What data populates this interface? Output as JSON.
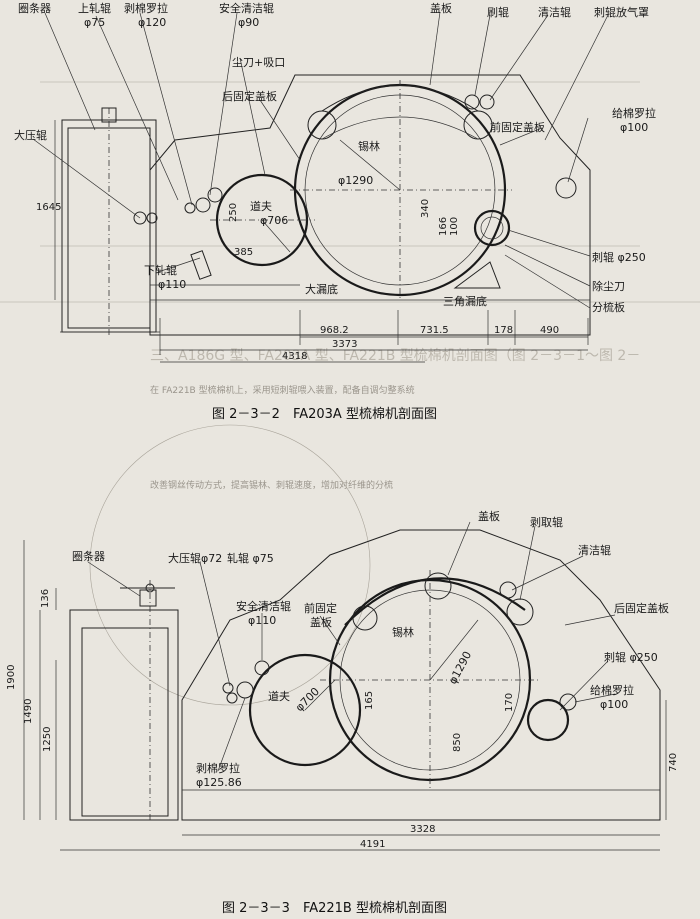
{
  "figure1": {
    "caption": "图 2－3－2　FA203A 型梳棉机剖面图",
    "labels": {
      "coiler": "圈条器",
      "upper_roller": "上轧辊",
      "upper_roller_d": "φ75",
      "doffer_stripper": "剥棉罗拉",
      "doffer_stripper_d": "φ120",
      "safety_clean": "安全清洁辊",
      "safety_clean_d": "φ90",
      "dust_knife": "尘刀+吸口",
      "rear_plate": "后固定盖板",
      "big_roller": "大压辊",
      "cylinder": "锡林",
      "cylinder_d": "φ1290",
      "doffer": "道夫",
      "doffer_d": "φ706",
      "lower_roller": "下轧辊",
      "lower_roller_d": "φ110",
      "big_undercasing": "大漏底",
      "tri_undercasing": "三角漏底",
      "flats": "盖板",
      "brush": "刷辊",
      "clean_roller": "清洁辊",
      "exhaust": "刺辊放气罩",
      "front_plate": "前固定盖板",
      "feed_roller": "给棉罗拉",
      "feed_roller_d": "φ100",
      "licker": "刺辊 φ250",
      "mote_knife": "除尘刀",
      "carding_plate": "分梳板"
    },
    "dims": {
      "h1645": "1645",
      "d250": "250",
      "d385": "385",
      "d340": "340",
      "d166": "166",
      "d100": "100",
      "w9682": "968.2",
      "w7315": "731.5",
      "w178": "178",
      "w490": "490",
      "w3373": "3373",
      "w4318": "4318"
    }
  },
  "figure2": {
    "caption": "图 2－3－3　FA221B 型梳棉机剖面图",
    "labels": {
      "coiler": "圈条器",
      "big_roller": "大压辊φ72",
      "roller": "轧辊 φ75",
      "safety_clean": "安全清洁辊",
      "safety_clean_d": "φ110",
      "front_plate": "前固定",
      "front_plate2": "盖板",
      "flats": "盖板",
      "take_off": "剥取辊",
      "clean_roller": "清洁辊",
      "rear_plate": "后固定盖板",
      "licker": "刺辊 φ250",
      "feed_roller": "给棉罗拉",
      "feed_roller_d": "φ100",
      "cylinder": "锡林",
      "cylinder_d": "φ1290",
      "doffer": "道夫",
      "doffer_d": "φ700",
      "doffer_stripper": "剥棉罗拉",
      "doffer_stripper_d": "φ125.86"
    },
    "dims": {
      "h1900": "1900",
      "h1490": "1490",
      "h1250": "1250",
      "h136": "136",
      "d165": "165",
      "d170": "170",
      "d850": "850",
      "h740": "740",
      "w3328": "3328",
      "w4191": "4191"
    }
  },
  "bleed_text": {
    "t1": "三、A186G 型、FA203A 型、FA221B 型梳棉机剖面图（图 2－3－1～图 2－",
    "t2": "在 FA221B 型梳棉机上，采用短刺辊喂入装置，配备自调匀整系统",
    "t3": "改善钢丝传动方式，提高锡林、刺辊速度，增加对纤维的分梳"
  },
  "colors": {
    "paper": "#e9e6df",
    "ink": "#1a1a1a",
    "bleed": "#9a958c"
  }
}
